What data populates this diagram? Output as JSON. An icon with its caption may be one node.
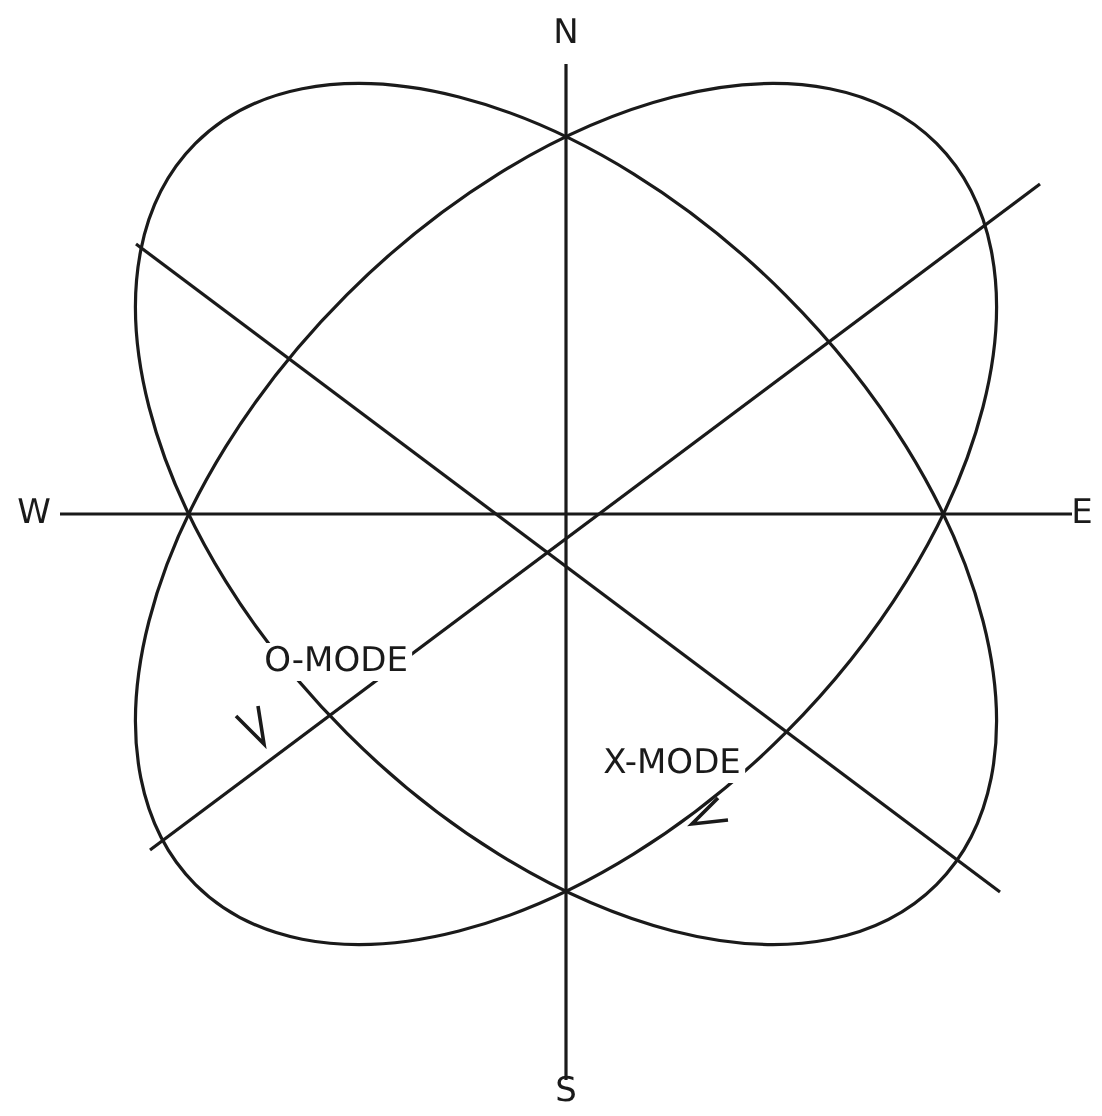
{
  "diagram": {
    "labels": [
      "N",
      "W",
      "E",
      "O-MODE",
      "X-MODE",
      "S"
    ]
  }
}
